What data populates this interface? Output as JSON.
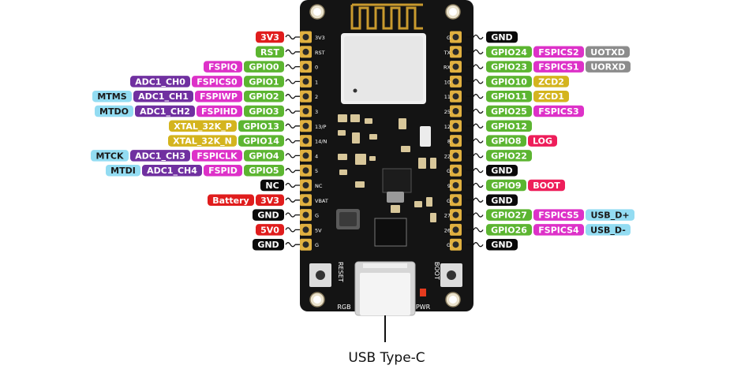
{
  "colors": {
    "power": "#e01d1d",
    "ground": "#0a0a0a",
    "gpio": "#5cb531",
    "fspi": "#dd31c8",
    "adc": "#7030a0",
    "jtag": "#93dcf2",
    "xtal": "#d4b41e",
    "uart": "#8c8c8c",
    "zcd": "#d4b41e",
    "log": "#ee1e5a",
    "usb": "#93dcf2",
    "board": "#141414",
    "pad": "#e0b040"
  },
  "left_pins": [
    {
      "silk": "3V3",
      "labels": [
        {
          "text": "3V3",
          "kind": "power"
        }
      ]
    },
    {
      "silk": "RST",
      "labels": [
        {
          "text": "RST",
          "kind": "gpio"
        }
      ]
    },
    {
      "silk": "0",
      "labels": [
        {
          "text": "GPIO0",
          "kind": "gpio"
        },
        {
          "text": "FSPIQ",
          "kind": "fspi"
        }
      ]
    },
    {
      "silk": "1",
      "labels": [
        {
          "text": "GPIO1",
          "kind": "gpio"
        },
        {
          "text": "FSPICS0",
          "kind": "fspi"
        },
        {
          "text": "ADC1_CH0",
          "kind": "adc"
        }
      ]
    },
    {
      "silk": "2",
      "labels": [
        {
          "text": "GPIO2",
          "kind": "gpio"
        },
        {
          "text": "FSPIWP",
          "kind": "fspi"
        },
        {
          "text": "ADC1_CH1",
          "kind": "adc"
        },
        {
          "text": "MTMS",
          "kind": "jtag"
        }
      ]
    },
    {
      "silk": "3",
      "labels": [
        {
          "text": "GPIO3",
          "kind": "gpio"
        },
        {
          "text": "FSPIHD",
          "kind": "fspi"
        },
        {
          "text": "ADC1_CH2",
          "kind": "adc"
        },
        {
          "text": "MTDO",
          "kind": "jtag"
        }
      ]
    },
    {
      "silk": "13/P",
      "labels": [
        {
          "text": "GPIO13",
          "kind": "gpio"
        },
        {
          "text": "XTAL_32K_P",
          "kind": "xtal"
        }
      ]
    },
    {
      "silk": "14/N",
      "labels": [
        {
          "text": "GPIO14",
          "kind": "gpio"
        },
        {
          "text": "XTAL_32K_N",
          "kind": "xtal"
        }
      ]
    },
    {
      "silk": "4",
      "labels": [
        {
          "text": "GPIO4",
          "kind": "gpio"
        },
        {
          "text": "FSPICLK",
          "kind": "fspi"
        },
        {
          "text": "ADC1_CH3",
          "kind": "adc"
        },
        {
          "text": "MTCK",
          "kind": "jtag"
        }
      ]
    },
    {
      "silk": "5",
      "labels": [
        {
          "text": "GPIO5",
          "kind": "gpio"
        },
        {
          "text": "FSPID",
          "kind": "fspi"
        },
        {
          "text": "ADC1_CH4",
          "kind": "adc"
        },
        {
          "text": "MTDI",
          "kind": "jtag"
        }
      ]
    },
    {
      "silk": "NC",
      "labels": [
        {
          "text": "NC",
          "kind": "ground"
        }
      ]
    },
    {
      "silk": "VBAT",
      "labels": [
        {
          "text": "3V3",
          "kind": "power"
        },
        {
          "text": "Battery",
          "kind": "power"
        }
      ]
    },
    {
      "silk": "G",
      "labels": [
        {
          "text": "GND",
          "kind": "ground"
        }
      ]
    },
    {
      "silk": "5V",
      "labels": [
        {
          "text": "5V0",
          "kind": "power"
        }
      ]
    },
    {
      "silk": "G",
      "labels": [
        {
          "text": "GND",
          "kind": "ground"
        }
      ]
    }
  ],
  "right_pins": [
    {
      "silk": "G",
      "labels": [
        {
          "text": "GND",
          "kind": "ground"
        }
      ]
    },
    {
      "silk": "TX",
      "labels": [
        {
          "text": "GPIO24",
          "kind": "gpio"
        },
        {
          "text": "FSPICS2",
          "kind": "fspi"
        },
        {
          "text": "UOTXD",
          "kind": "uart"
        }
      ]
    },
    {
      "silk": "RX",
      "labels": [
        {
          "text": "GPIO23",
          "kind": "gpio"
        },
        {
          "text": "FSPICS1",
          "kind": "fspi"
        },
        {
          "text": "UORXD",
          "kind": "uart"
        }
      ]
    },
    {
      "silk": "10",
      "labels": [
        {
          "text": "GPIO10",
          "kind": "gpio"
        },
        {
          "text": "ZCD2",
          "kind": "zcd"
        }
      ]
    },
    {
      "silk": "11",
      "labels": [
        {
          "text": "GPIO11",
          "kind": "gpio"
        },
        {
          "text": "ZCD1",
          "kind": "zcd"
        }
      ]
    },
    {
      "silk": "25",
      "labels": [
        {
          "text": "GPIO25",
          "kind": "gpio"
        },
        {
          "text": "FSPICS3",
          "kind": "fspi"
        }
      ]
    },
    {
      "silk": "12",
      "labels": [
        {
          "text": "GPIO12",
          "kind": "gpio"
        }
      ]
    },
    {
      "silk": "8",
      "labels": [
        {
          "text": "GPIO8",
          "kind": "gpio"
        },
        {
          "text": "LOG",
          "kind": "log"
        }
      ]
    },
    {
      "silk": "22",
      "labels": [
        {
          "text": "GPIO22",
          "kind": "gpio"
        }
      ]
    },
    {
      "silk": "G",
      "labels": [
        {
          "text": "GND",
          "kind": "ground"
        }
      ]
    },
    {
      "silk": "9",
      "labels": [
        {
          "text": "GPIO9",
          "kind": "gpio"
        },
        {
          "text": "BOOT",
          "kind": "log"
        }
      ]
    },
    {
      "silk": "G",
      "labels": [
        {
          "text": "GND",
          "kind": "ground"
        }
      ]
    },
    {
      "silk": "27",
      "labels": [
        {
          "text": "GPIO27",
          "kind": "gpio"
        },
        {
          "text": "FSPICS5",
          "kind": "fspi"
        },
        {
          "text": "USB_D+",
          "kind": "usb"
        }
      ]
    },
    {
      "silk": "26",
      "labels": [
        {
          "text": "GPIO26",
          "kind": "gpio"
        },
        {
          "text": "FSPICS4",
          "kind": "fspi"
        },
        {
          "text": "USB_D-",
          "kind": "usb"
        }
      ]
    },
    {
      "silk": "G",
      "labels": [
        {
          "text": "GND",
          "kind": "ground"
        }
      ]
    }
  ],
  "board": {
    "reset_label": "RESET",
    "boot_label": "BOOT",
    "rgb_label": "RGB",
    "pwr_label": "PWR"
  },
  "usb_label": "USB Type-C"
}
